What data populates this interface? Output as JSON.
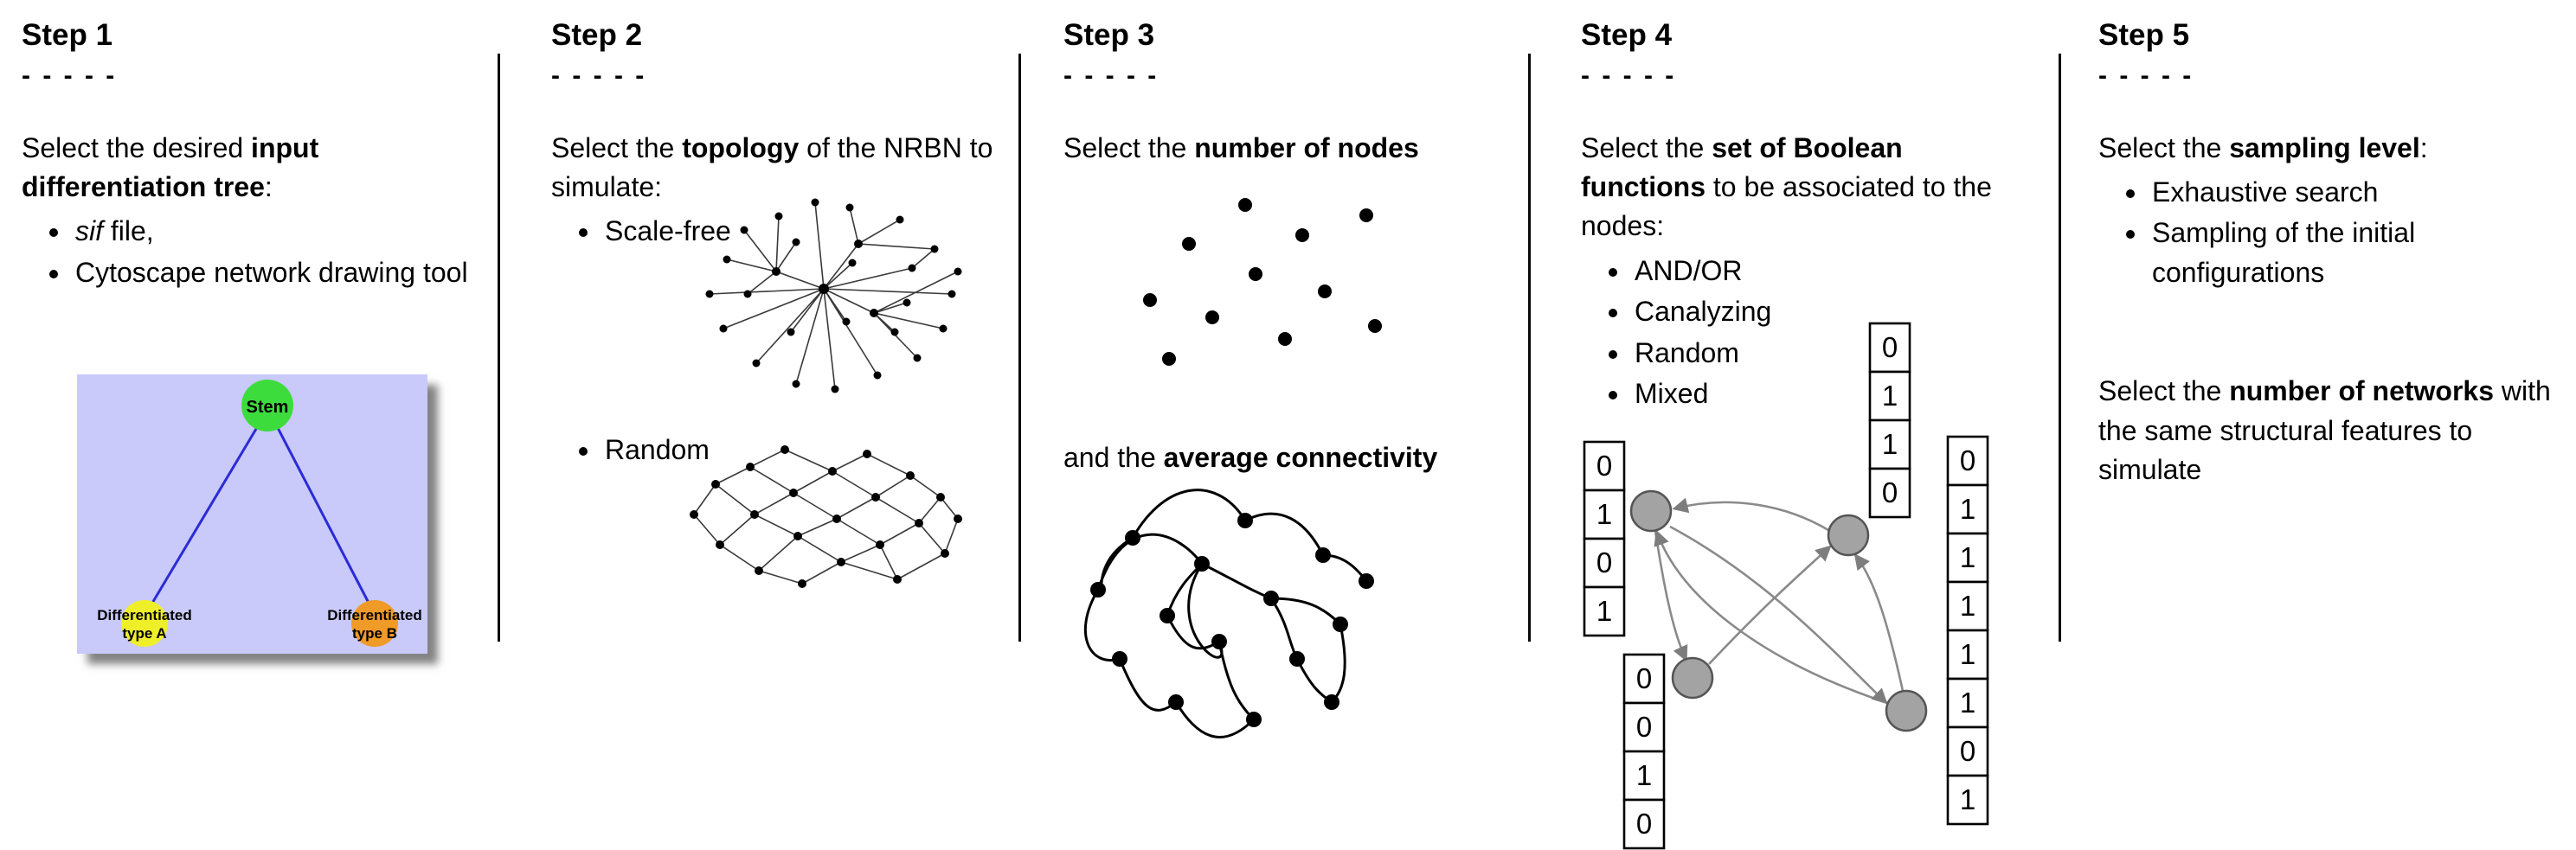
{
  "steps": [
    {
      "title": "Step 1",
      "dashes": "- - - - -",
      "intro": {
        "pre": "Select the desired ",
        "bold": "input differentiation tree",
        "post": ":"
      },
      "bullets": [
        {
          "italic": "sif",
          "text": " file,"
        },
        {
          "italic": "",
          "text": "Cytoscape network drawing tool"
        }
      ],
      "tree": {
        "root_label": "Stem",
        "left_label_line1": "Differentiated",
        "left_label_line2": "type A",
        "right_label_line1": "Differentiated",
        "right_label_line2": "type B",
        "colors": {
          "bg": "#c9c9fa",
          "root": "#3ddc3d",
          "left": "#efef29",
          "right": "#f09a28",
          "edge": "#2b2bd6",
          "node_stroke": "#4a4a4a"
        }
      }
    },
    {
      "title": "Step 2",
      "dashes": "- - - - -",
      "intro": {
        "pre": "Select the ",
        "bold": "topology",
        "post": " of the NRBN to simulate:"
      },
      "bullets": [
        {
          "text": "Scale-free"
        },
        {
          "text": "Random"
        }
      ]
    },
    {
      "title": "Step 3",
      "dashes": "- - - - -",
      "intro": {
        "pre": "Select the ",
        "bold": "number of nodes",
        "post": ""
      },
      "second": {
        "pre": "and the ",
        "bold": "average connectivity",
        "post": ""
      }
    },
    {
      "title": "Step 4",
      "dashes": "- - - - -",
      "intro": {
        "pre": "Select the ",
        "bold": "set of Boolean functions",
        "post": " to be associated to the nodes:"
      },
      "bullets": [
        {
          "text": "AND/OR"
        },
        {
          "text": "Canalyzing"
        },
        {
          "text": "Random"
        },
        {
          "text": "Mixed"
        }
      ],
      "tables": {
        "left": [
          "0",
          "1",
          "0",
          "1"
        ],
        "bottom_left": [
          "0",
          "0",
          "1",
          "0"
        ],
        "top_middle": [
          "0",
          "1",
          "1",
          "0"
        ],
        "right": [
          "0",
          "1",
          "1",
          "1",
          "1",
          "1",
          "0",
          "1"
        ]
      }
    },
    {
      "title": "Step 5",
      "dashes": "- - - - -",
      "intro": {
        "pre": "Select the ",
        "bold": "sampling level",
        "post": ":"
      },
      "bullets": [
        {
          "text": "Exhaustive search"
        },
        {
          "text": "Sampling of the initial configurations"
        }
      ],
      "second": {
        "pre": "Select the ",
        "bold": "number of networks",
        "post": " with the same structural features to simulate"
      }
    }
  ]
}
